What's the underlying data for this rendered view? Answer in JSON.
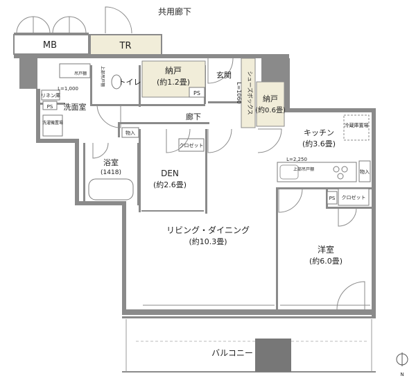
{
  "floorplan": {
    "corridor": "共用廊下",
    "mb": "MB",
    "tr": "TR",
    "toilet": "トイレ",
    "storage1": {
      "name": "納戸",
      "size": "(約1.2畳)"
    },
    "storage2": {
      "name": "納戸",
      "size": "(約0.6畳)"
    },
    "entrance": "玄関",
    "shoe_box": "シューズボックス",
    "shoe_box_dim": "L=1060",
    "hallway": "廊下",
    "washroom": "洗面室",
    "linen": "リネン庫",
    "ps": "PS",
    "washer": "洗濯機置場",
    "wall_cabinet": "吊戸棚",
    "wall_cabinet2": "上部吊戸棚",
    "upper_cabinet": "上部吊戸棚",
    "washroom_dim": "L=1,000",
    "storage_small": "物入",
    "closet": "クロゼット",
    "bath": {
      "name": "浴室",
      "size": "(1418)"
    },
    "den": {
      "name": "DEN",
      "size": "(約2.6畳)"
    },
    "kitchen": {
      "name": "キッチン",
      "size": "(約3.6畳)"
    },
    "fridge": "冷蔵庫置場",
    "kitchen_dim": "L=2,250",
    "living": {
      "name": "リビング・ダイニング",
      "size": "(約10.3畳)"
    },
    "western": {
      "name": "洋室",
      "size": "(約6.0畳)"
    },
    "balcony": "バルコニー",
    "north": "N"
  }
}
